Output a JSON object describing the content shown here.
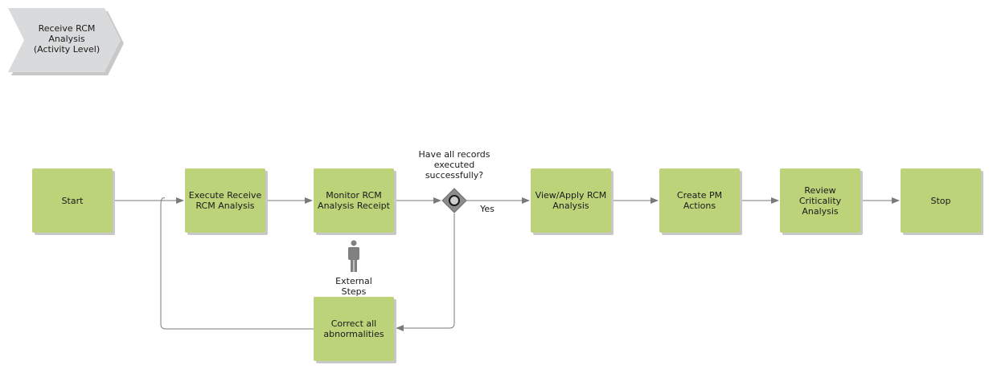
{
  "header": {
    "title": "Receive RCM\nAnalysis\n(Activity Level)"
  },
  "nodes": {
    "start": "Start",
    "execute_receive": "Execute Receive\nRCM Analysis",
    "monitor_receipt": "Monitor RCM\nAnalysis Receipt",
    "view_apply": "View/Apply RCM\nAnalysis",
    "create_pm": "Create PM\nActions",
    "review_criticality": "Review\nCriticality\nAnalysis",
    "stop": "Stop",
    "correct_abnormalities": "Correct all\nabnormalities"
  },
  "gateway": {
    "question": "Have all records\nexecuted\nsuccessfully?",
    "yes_label": "Yes"
  },
  "external": {
    "label": "External\nSteps",
    "icon": "person-icon"
  },
  "colors": {
    "activity_fill": "#bcd37a",
    "activity_shadow": "#c8c8c8",
    "header_fill": "#d9dadb",
    "connector": "#7a7a7a",
    "gateway_fill": "#8c8c8c",
    "person": "#808080"
  }
}
